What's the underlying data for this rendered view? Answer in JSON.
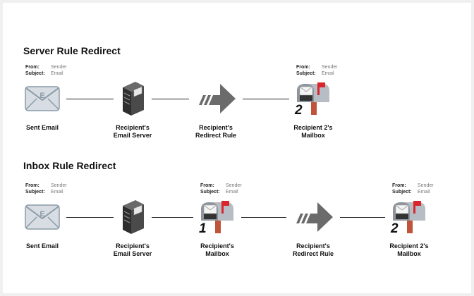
{
  "sections": [
    {
      "title": "Server Rule Redirect",
      "nodes": [
        {
          "type": "email",
          "icon": "envelope-icon",
          "label": "Sent Email",
          "meta": {
            "from_key": "From:",
            "from_val": "Sender",
            "subject_key": "Subject:",
            "subject_val": "Email"
          }
        },
        {
          "type": "server",
          "icon": "server-icon",
          "label": "Recipient's\nEmail Server"
        },
        {
          "type": "arrow",
          "icon": "redirect-arrow-icon",
          "label": "Recipient's\nRedirect Rule"
        },
        {
          "type": "mailbox",
          "icon": "mailbox-icon",
          "label": "Recipient 2's\nMailbox",
          "number": "2",
          "meta": {
            "from_key": "From:",
            "from_val": "Sender",
            "subject_key": "Subject:",
            "subject_val": "Email"
          }
        }
      ]
    },
    {
      "title": "Inbox Rule Redirect",
      "nodes": [
        {
          "type": "email",
          "icon": "envelope-icon",
          "label": "Sent Email",
          "meta": {
            "from_key": "From:",
            "from_val": "Sender",
            "subject_key": "Subject:",
            "subject_val": "Email"
          }
        },
        {
          "type": "server",
          "icon": "server-icon",
          "label": "Recipient's\nEmail Server"
        },
        {
          "type": "mailbox",
          "icon": "mailbox-icon",
          "label": "Recipient's\nMailbox",
          "number": "1",
          "meta": {
            "from_key": "From:",
            "from_val": "Sender",
            "subject_key": "Subject:",
            "subject_val": "Email"
          }
        },
        {
          "type": "arrow",
          "icon": "redirect-arrow-icon",
          "label": "Recipient's\nRedirect Rule"
        },
        {
          "type": "mailbox",
          "icon": "mailbox-icon",
          "label": "Recipient 2's\nMailbox",
          "number": "2",
          "meta": {
            "from_key": "From:",
            "from_val": "Sender",
            "subject_key": "Subject:",
            "subject_val": "Email"
          }
        }
      ]
    }
  ],
  "colors": {
    "envelope": "#d8dde3",
    "envelope_outline": "#8a9ba8",
    "server": "#4a4a4a",
    "arrow": "#6b6b6b",
    "mailbox": "#b7bdc4",
    "flag": "#d9262c",
    "post": "#c0533a"
  }
}
